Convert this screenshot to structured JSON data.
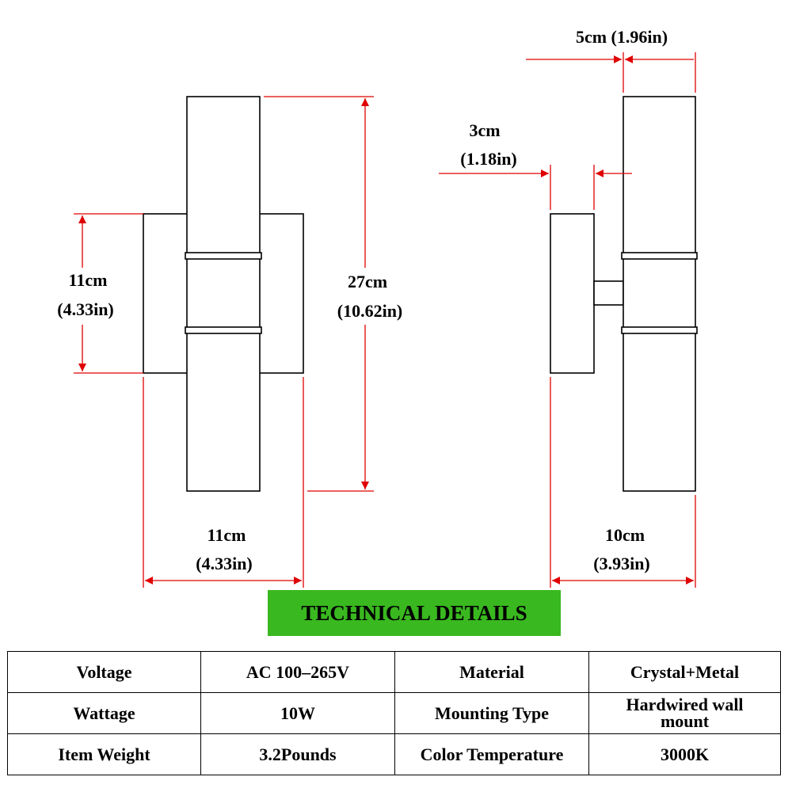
{
  "dimensions": {
    "front_height": {
      "metric": "11cm",
      "imperial": "(4.33in)"
    },
    "total_height": {
      "metric": "27cm",
      "imperial": "(10.62in)"
    },
    "front_width": {
      "metric": "11cm",
      "imperial": "(4.33in)"
    },
    "tube_diameter": {
      "metric": "5cm (1.96in)"
    },
    "base_depth": {
      "metric": "3cm",
      "imperial": "(1.18in)"
    },
    "side_depth": {
      "metric": "10cm",
      "imperial": "(3.93in)"
    }
  },
  "banner": {
    "title": "TECHNICAL DETAILS"
  },
  "specs": {
    "rows": [
      [
        {
          "label": "Voltage"
        },
        {
          "value": "AC 100–265V"
        },
        {
          "label": "Material"
        },
        {
          "value": "Crystal+Metal"
        }
      ],
      [
        {
          "label": "Wattage"
        },
        {
          "value": "10W"
        },
        {
          "label": "Mounting Type"
        },
        {
          "value": "Hardwired wall mount"
        }
      ],
      [
        {
          "label": "Item Weight"
        },
        {
          "value": "3.2Pounds"
        },
        {
          "label": "Color Temperature"
        },
        {
          "value": "3000K"
        }
      ]
    ]
  },
  "colors": {
    "dimension_lines": "#e00000",
    "banner_background": "#39b81f"
  }
}
